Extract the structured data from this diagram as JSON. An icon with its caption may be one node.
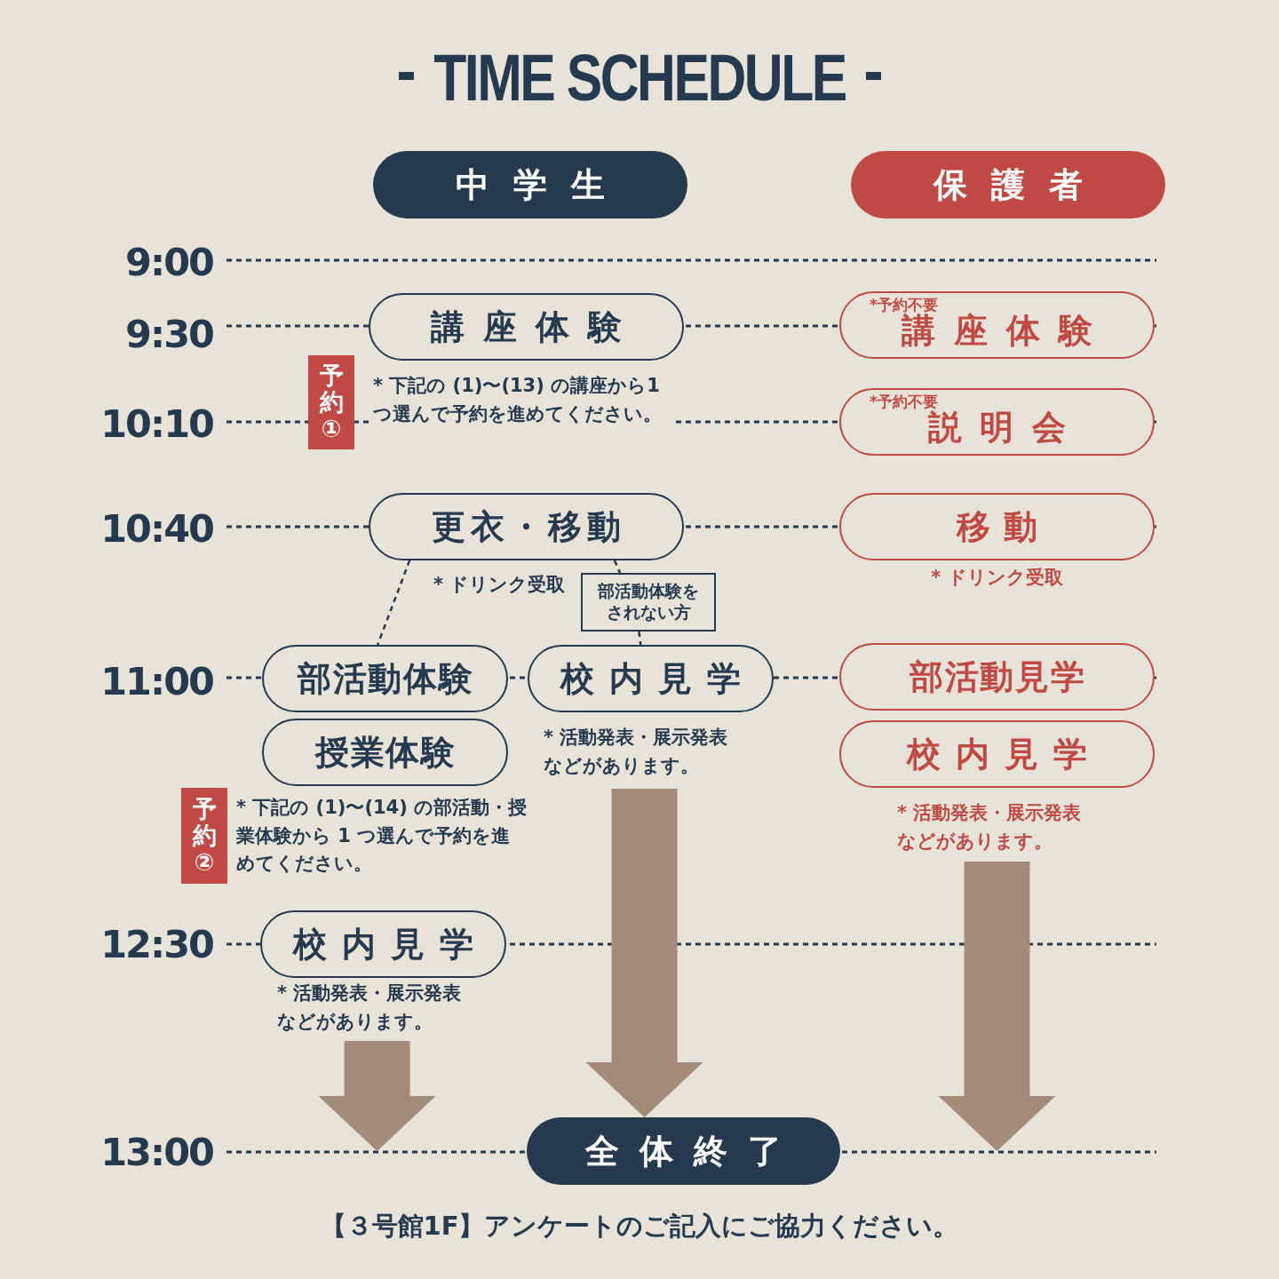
{
  "diagram": {
    "title": "TIME SCHEDULE",
    "caption": "【３号館1F】アンケートのご記入にご協力ください。",
    "nodes": [
      {
        "text": [
          "中学生"
        ]
      },
      {
        "text": [
          "保護者"
        ]
      },
      {
        "text": [
          "講座体験"
        ],
        "beside": [
          "* 下記の (1)〜(13) の講座から1つ選んで予約を進めてください。"
        ]
      },
      {
        "text": [
          "*予約不要",
          "講座体験"
        ]
      },
      {
        "text": [
          "*予約不要",
          "説明会"
        ]
      },
      {
        "text": [
          "更衣・移動"
        ],
        "beside": [
          "* ドリンク受取"
        ]
      },
      {
        "text": [
          "移動"
        ],
        "beside": [
          "* ドリンク受取"
        ]
      },
      {
        "text": [
          "部活動体験"
        ]
      },
      {
        "text": [
          "授業体験"
        ],
        "beside": [
          "* 下記の (1)〜(14) の部活動・授業体験から 1 つ選んで予約を進めてください。"
        ]
      },
      {
        "text": [
          "校内見学"
        ],
        "beside": [
          "* 活動発表・展示発表などがあります。"
        ]
      },
      {
        "text": [
          "部活動見学"
        ]
      },
      {
        "text": [
          "校内見学"
        ],
        "beside": [
          "* 活動発表・展示発表などがあります。"
        ]
      },
      {
        "text": [
          "校内見学"
        ],
        "beside": [
          "* 活動発表・展示発表などがあります。"
        ]
      },
      {
        "text": [
          "全体終了"
        ]
      },
      {
        "text": [
          "部活動体験をされない方"
        ]
      },
      {
        "text": [
          "予約①"
        ]
      },
      {
        "text": [
          "予約②"
        ]
      }
    ],
    "edges": [
      {
        "from": 5,
        "to": 7,
        "arrow": "none",
        "style": "dashed"
      },
      {
        "from": 5,
        "to": 14,
        "arrow": "none",
        "style": "dashed"
      },
      {
        "from": 14,
        "to": 9,
        "arrow": "none",
        "style": "dashed"
      },
      {
        "from": 9,
        "to": 13,
        "arrow": "to",
        "style": "thick",
        "color": "#a38b79"
      },
      {
        "from": 12,
        "to": 13,
        "arrow": "to",
        "style": "thick",
        "color": "#a38b79"
      },
      {
        "from": 11,
        "to": 13,
        "arrow": "to",
        "style": "thick",
        "color": "#a38b79"
      }
    ],
    "labels": [
      "9:00",
      "9:30",
      "10:10",
      "10:40",
      "11:00",
      "12:30",
      "13:00"
    ]
  }
}
